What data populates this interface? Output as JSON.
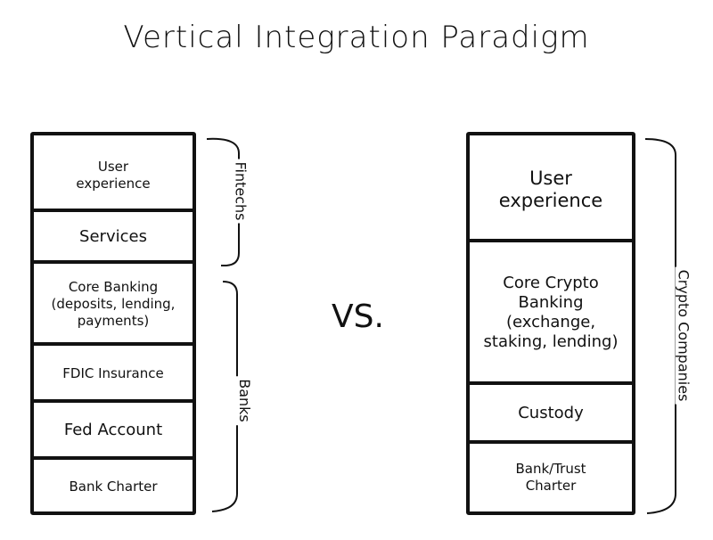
{
  "title": "Vertical Integration Paradigm",
  "vs": "VS.",
  "left_stack": {
    "layers": [
      "User\nexperience",
      "Services",
      "Core Banking\n(deposits, lending,\npayments)",
      "FDIC Insurance",
      "Fed Account",
      "Bank Charter"
    ],
    "bracket_top_label": "Fintechs",
    "bracket_bottom_label": "Banks"
  },
  "right_stack": {
    "layers": [
      "User\nexperience",
      "Core Crypto\nBanking\n(exchange,\nstaking, lending)",
      "Custody",
      "Bank/Trust\nCharter"
    ],
    "bracket_label": "Crypto Companies"
  }
}
